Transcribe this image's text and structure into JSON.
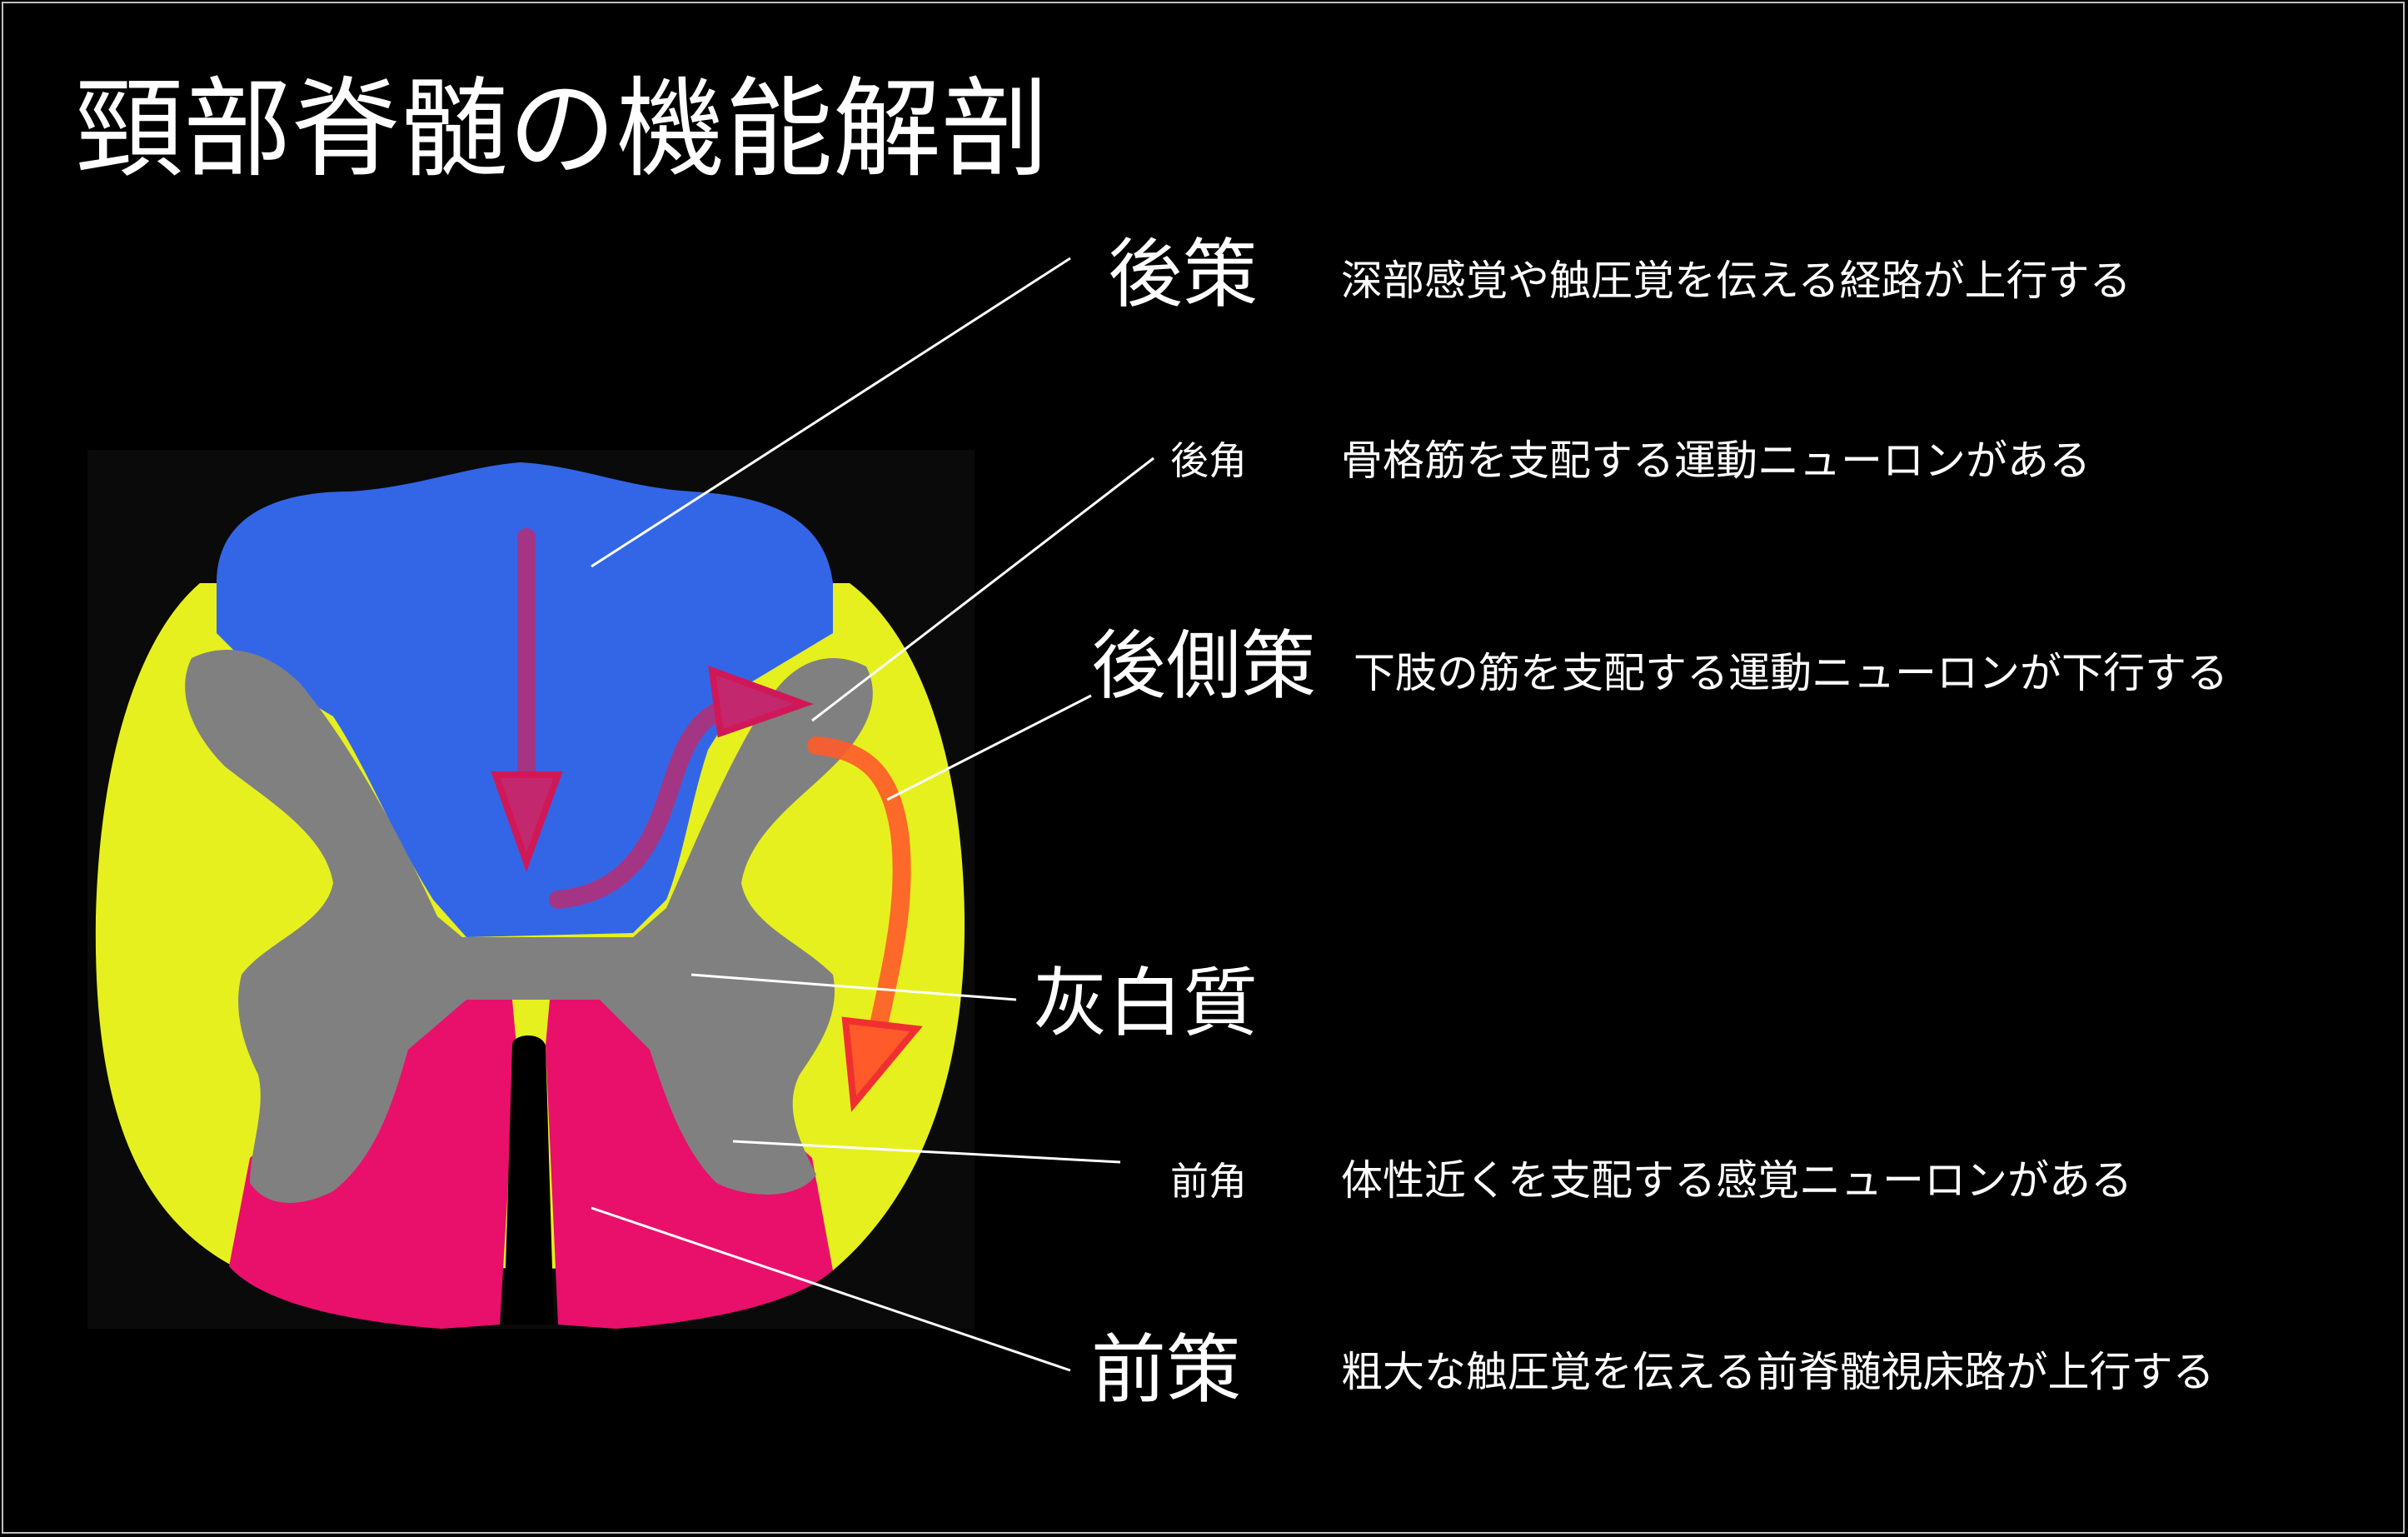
{
  "title": "頸部脊髄の機能解剖",
  "regions": {
    "posterior_column": {
      "label": "後策",
      "description": "深部感覚や触圧覚を伝える経路が上行する",
      "color": "#3366e6"
    },
    "posterior_horn": {
      "label": "後角",
      "description": "骨格筋を支配する運動ニューロンがある"
    },
    "lateral_column": {
      "label": "後側策",
      "description": "下肢の筋を支配する運動ニューロンが下行する",
      "color": "#e6f01e"
    },
    "gray_matter": {
      "label": "灰白質",
      "color": "#808080"
    },
    "anterior_horn": {
      "label": "前角",
      "description": "体性近くを支配する感覚ニューロンがある"
    },
    "anterior_column": {
      "label": "前策",
      "description": "粗大な触圧覚を伝える前脊髄視床路が上行する",
      "color": "#e8106a"
    }
  },
  "colors": {
    "background": "#000000",
    "arrow_purple": "#b0307a",
    "arrow_orange": "#ff5a2a",
    "leader_line": "#ffffff"
  }
}
